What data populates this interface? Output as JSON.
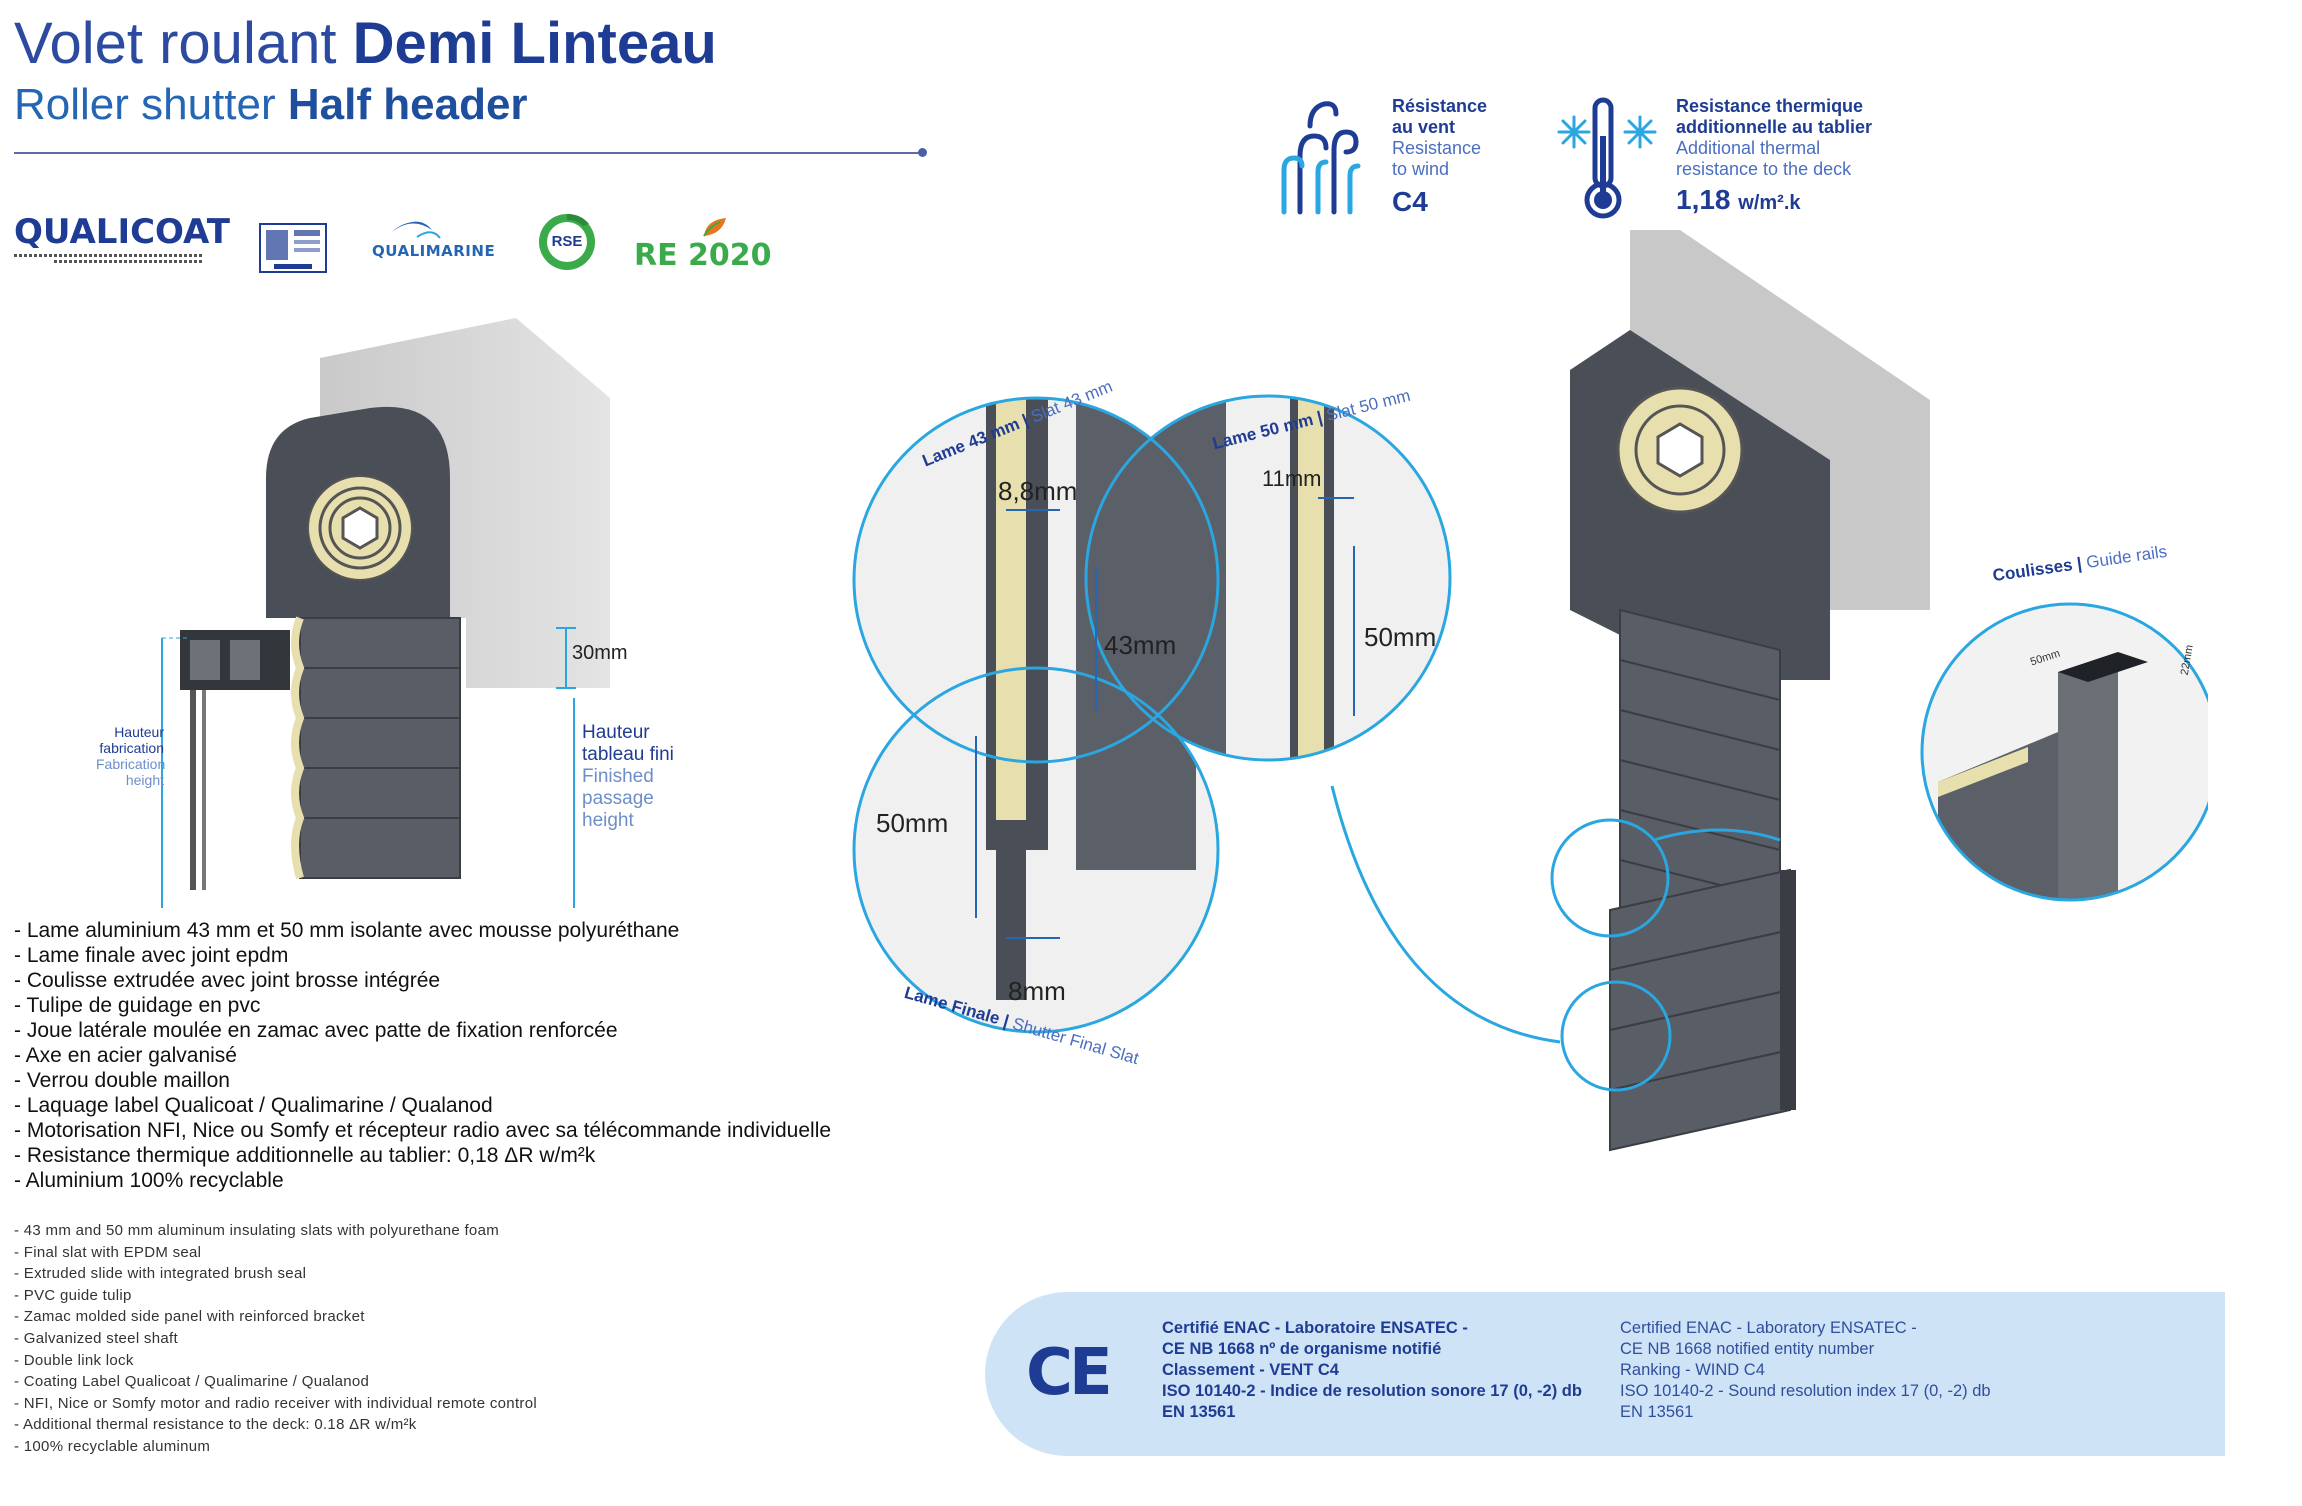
{
  "title": {
    "fr_prefix": "Volet roulant",
    "fr_bold": "Demi Linteau",
    "en_prefix": "Roller shutter",
    "en_bold": "Half header"
  },
  "logos": {
    "qualicoat": "QUALICOAT",
    "qualimarine": "QUALIMARINE",
    "rse": "RSE",
    "re2020": "RE 2020"
  },
  "performance": {
    "wind": {
      "fr_line1": "Résistance",
      "fr_line2": "au vent",
      "en_line1": "Resistance",
      "en_line2": "to wind",
      "value": "C4"
    },
    "thermal": {
      "fr_line1": "Resistance thermique",
      "fr_line2": "additionnelle au tablier",
      "en_line1": "Additional thermal",
      "en_line2": "resistance to the deck",
      "value": "1,18",
      "unit": "w/m².k"
    }
  },
  "left_diagram": {
    "dim_30": "30mm",
    "height_fab": [
      "Hauteur",
      "fabrication",
      "Fabrication",
      "height"
    ],
    "height_finish": [
      "Hauteur",
      "tableau fini",
      "Finished",
      "passage",
      "height"
    ]
  },
  "slat_detail": {
    "lame43_fr": "Lame 43 mm",
    "lame43_en": "Slat 43 mm",
    "lame50_fr": "Lame 50 mm",
    "lame50_en": "Slat 50 mm",
    "finale_fr": "Lame Finale",
    "finale_en": "Shutter Final Slat",
    "dim_8_8": "8,8mm",
    "dim_43": "43mm",
    "dim_11": "11mm",
    "dim_50_right": "50mm",
    "dim_50_left": "50mm",
    "dim_8": "8mm"
  },
  "guide_rails": {
    "fr": "Coulisses",
    "en": "Guide rails",
    "w": "50mm",
    "d": "22mm"
  },
  "features_fr": [
    "Lame aluminium 43 mm et 50 mm isolante avec mousse polyuréthane",
    "Lame finale avec joint epdm",
    "Coulisse extrudée avec joint brosse intégrée",
    "Tulipe de guidage en pvc",
    "Joue latérale moulée en zamac avec patte de fixation renforcée",
    "Axe en acier galvanisé",
    "Verrou double maillon",
    "Laquage label Qualicoat / Qualimarine / Qualanod",
    "Motorisation NFI, Nice ou Somfy et récepteur radio avec sa télécommande individuelle",
    "Resistance thermique additionnelle au tablier: 0,18 ΔR w/m²k",
    "Aluminium 100% recyclable"
  ],
  "features_en": [
    "43 mm and 50 mm aluminum insulating slats with polyurethane foam",
    "Final slat with EPDM seal",
    "Extruded slide with integrated brush seal",
    "PVC guide tulip",
    "Zamac molded side panel with reinforced bracket",
    "Galvanized steel shaft",
    "Double link lock",
    "Coating Label Qualicoat / Qualimarine / Qualanod",
    "NFI, Nice or Somfy motor and radio receiver with individual remote control",
    "Additional thermal resistance to the deck: 0.18 ΔR w/m²k",
    "100% recyclable aluminum"
  ],
  "certification": {
    "ce": "CE",
    "fr": [
      "Certifié ENAC - Laboratoire ENSATEC -",
      "CE NB 1668 nº de organisme notifié",
      "Classement - VENT C4",
      "ISO 10140-2 - Indice de resolution sonore 17 (0, -2) db",
      "EN 13561"
    ],
    "en": [
      "Certified ENAC - Laboratory ENSATEC -",
      "CE NB 1668 notified entity number",
      "Ranking - WIND C4",
      "ISO 10140-2 - Sound resolution index 17 (0, -2) db",
      "EN 13561"
    ]
  },
  "colors": {
    "brand_blue": "#1f3c94",
    "accent_blue": "#2aa6e0",
    "slat_grey": "#4a4f57",
    "foam": "#e8dfae"
  }
}
